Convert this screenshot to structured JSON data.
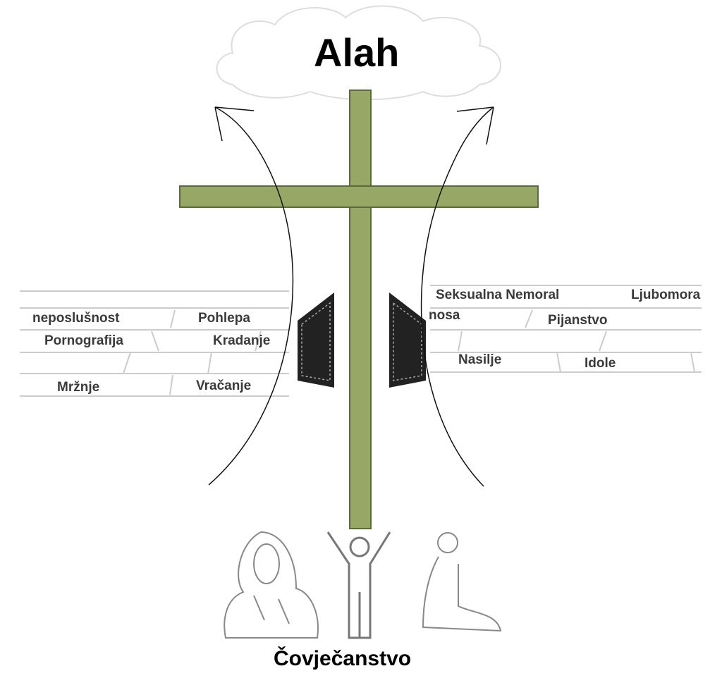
{
  "top_label": "Alah",
  "bottom_label": "Čovječanstvo",
  "left_wall": [
    "neposlušnost",
    "Pohlepa",
    "Pornografija",
    "Kradanje",
    "Mržnje",
    "Vračanje"
  ],
  "right_wall": [
    "Seksualna Nemoral",
    "Ljubomora",
    "nosa",
    "Pijanstvo",
    "Nasilje",
    "Idole"
  ],
  "colors": {
    "cross": "#97a866",
    "cross_border": "#5d6b3a"
  }
}
